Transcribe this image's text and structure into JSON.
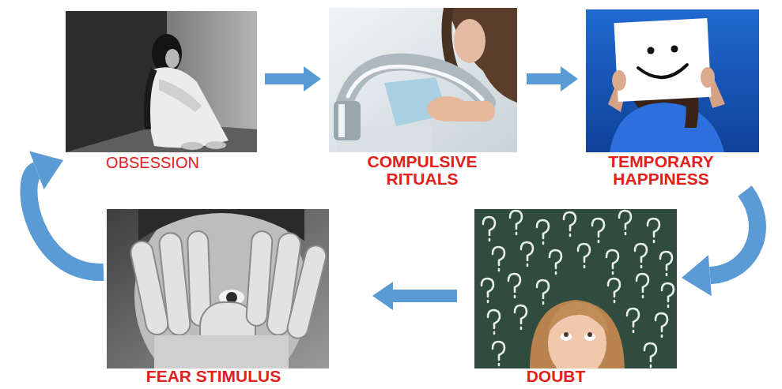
{
  "diagram": {
    "nodes": [
      {
        "text": [
          "OBSESSION"
        ]
      },
      {
        "text": [
          "COMPULSIVE RITUALS"
        ]
      },
      {
        "text": [
          "TEMPORARY HAPPINESS"
        ]
      },
      {
        "text": [
          "FEAR STIMULUS"
        ]
      },
      {
        "text": [
          "DOUBT"
        ]
      }
    ],
    "edges": [
      {
        "from": 0,
        "to": 1,
        "arrow": "to"
      },
      {
        "from": 1,
        "to": 2,
        "arrow": "to"
      },
      {
        "from": 2,
        "to": 4,
        "arrow": "to"
      },
      {
        "from": 4,
        "to": 3,
        "arrow": "to"
      },
      {
        "from": 3,
        "to": 0,
        "arrow": "to"
      }
    ]
  }
}
